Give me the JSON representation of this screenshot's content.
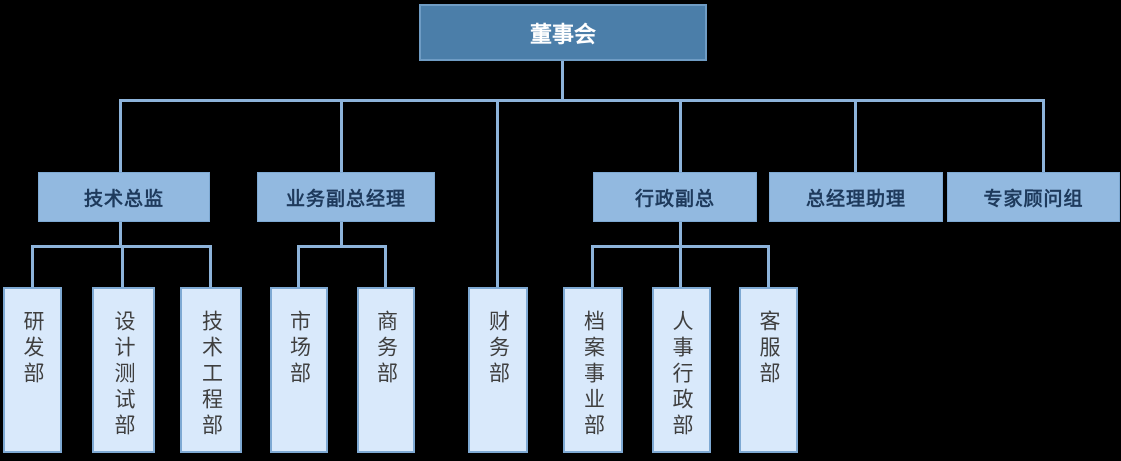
{
  "chart": {
    "type": "org-chart",
    "root": {
      "label": "董事会"
    },
    "managers": [
      {
        "label": "技术总监",
        "reports_to": "董事会"
      },
      {
        "label": "业务副总经理",
        "reports_to": "董事会"
      },
      {
        "label": "行政副总",
        "reports_to": "董事会"
      },
      {
        "label": "总经理助理",
        "reports_to": "董事会"
      },
      {
        "label": "专家顾问组",
        "reports_to": "董事会"
      }
    ],
    "departments": [
      {
        "label": "研发部",
        "reports_to": "技术总监"
      },
      {
        "label": "设计测试部",
        "reports_to": "技术总监"
      },
      {
        "label": "技术工程部",
        "reports_to": "技术总监"
      },
      {
        "label": "市场部",
        "reports_to": "业务副总经理"
      },
      {
        "label": "商务部",
        "reports_to": "业务副总经理"
      },
      {
        "label": "财务部",
        "reports_to": "董事会"
      },
      {
        "label": "档案事业部",
        "reports_to": "行政副总"
      },
      {
        "label": "人事行政部",
        "reports_to": "行政副总"
      },
      {
        "label": "客服部",
        "reports_to": "行政副总"
      }
    ],
    "colors": {
      "background": "#000000",
      "root_fill": "#4b7ea9",
      "root_border": "#6f9cc4",
      "root_text": "#ffffff",
      "manager_fill": "#92b9e0",
      "manager_text": "#1e3a5c",
      "department_fill": "#d9e9fb",
      "department_text": "#3f3f3f",
      "border": "#7ea9d3",
      "connector": "#8db3da"
    }
  }
}
